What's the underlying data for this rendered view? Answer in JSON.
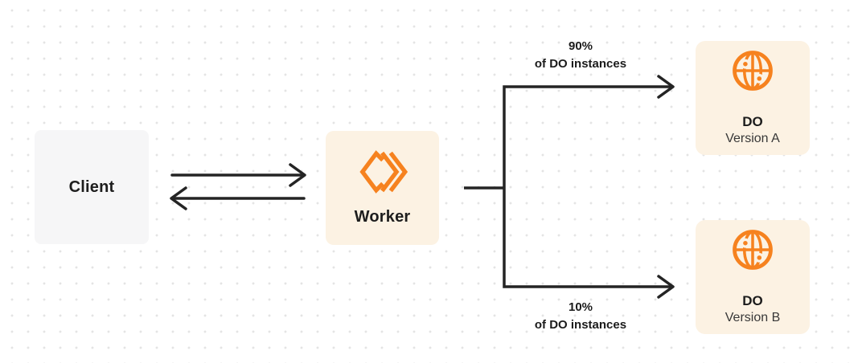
{
  "client": {
    "label": "Client"
  },
  "worker": {
    "label": "Worker"
  },
  "do_version_a": {
    "title": "DO",
    "subtitle": "Version A"
  },
  "do_version_b": {
    "title": "DO",
    "subtitle": "Version B"
  },
  "labels": {
    "top": {
      "percent": "90%",
      "caption": "of DO instances"
    },
    "bottom": {
      "percent": "10%",
      "caption": "of DO instances"
    }
  },
  "icons": {
    "worker_icon": "cloudflare-workers-logo",
    "do_icon": "durable-object-globe"
  },
  "colors": {
    "accent_orange": "#f6821f",
    "box_cream": "#fcf2e3",
    "box_gray": "#f6f6f7",
    "ink": "#242424",
    "dot_grid": "#e4e4e4"
  }
}
